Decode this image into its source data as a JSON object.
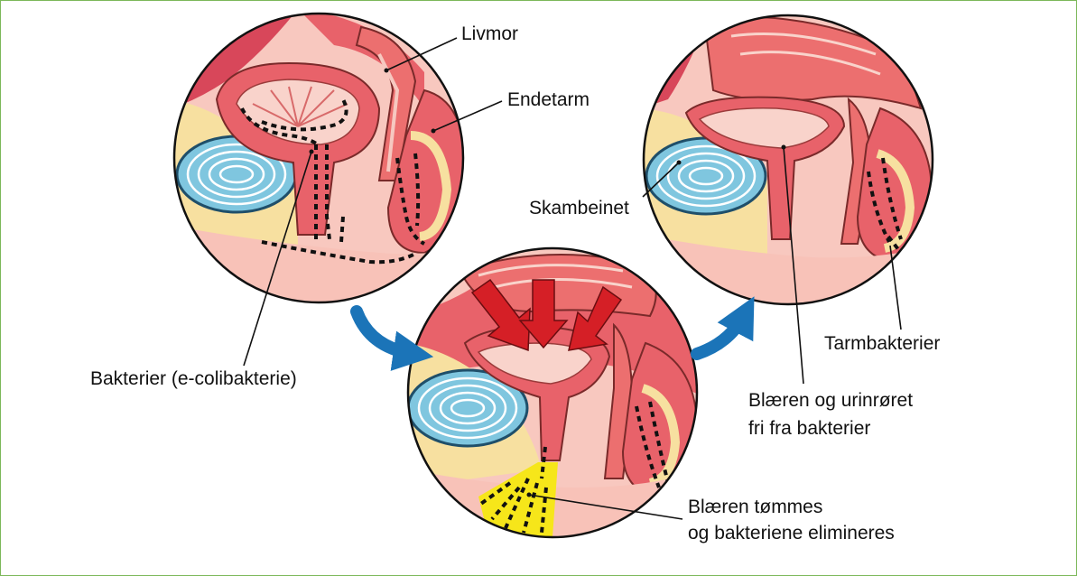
{
  "labels": {
    "livmor": "Livmor",
    "endetarm": "Endetarm",
    "skambeinet": "Skambeinet",
    "bakterier": "Bakterier (e-colibakterie)",
    "tarmbakterier": "Tarmbakterier",
    "blaeren_fri_1": "Blæren og urinrøret",
    "blaeren_fri_2": "fri fra bakterier",
    "blaeren_tommes_1": "Blæren tømmes",
    "blaeren_tommes_2": "og bakteriene elimineres"
  },
  "colors": {
    "frame_border": "#7cb85a",
    "flow_arrow": "#1b74b8",
    "pressure_arrow": "#d51f26",
    "urine": "#f6e61a",
    "bone": "#7fc6df",
    "tissue_pink": "#f8c2b8",
    "muscle_red": "#e8626a",
    "fat_yellow": "#f7e3a0"
  }
}
